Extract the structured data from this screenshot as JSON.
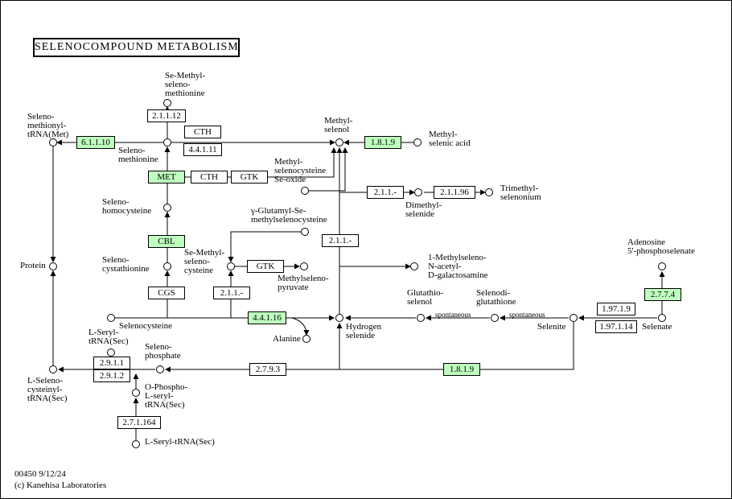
{
  "title": "SELENOCOMPOUND METABOLISM",
  "footer": {
    "map_id": "00450 9/12/24",
    "copyright": "(c) Kanehisa Laboratories"
  },
  "colors": {
    "enzyme_green": "#bfffbf",
    "line": "#000000",
    "background": "#ffffff"
  },
  "enzymes": {
    "e_2_1_1_12": "2.1.1.12",
    "e_6_1_1_10": "6.1.1.10",
    "e_cth_a": "CTH",
    "e_4_4_1_11": "4.4.1.11",
    "e_1_8_1_9_a": "1.8.1.9",
    "e_met": "MET",
    "e_cth_b": "CTH",
    "e_gtk_a": "GTK",
    "e_2_1_1_x_a": "2.1.1.-",
    "e_2_1_1_96": "2.1.1.96",
    "e_cbl": "CBL",
    "e_2_1_1_x_b": "2.1.1.-",
    "e_gtk_b": "GTK",
    "e_cgs": "CGS",
    "e_2_1_1_x_c": "2.1.1.-",
    "e_4_4_1_16": "4.4.1.16",
    "e_2_7_7_4": "2.7.7.4",
    "e_1_97_1_9": "1.97.1.9",
    "e_1_97_1_14": "1.97.1.14",
    "e_2_9_1_1": "2.9.1.1",
    "e_2_9_1_2": "2.9.1.2",
    "e_2_7_9_3": "2.7.9.3",
    "e_1_8_1_9_b": "1.8.1.9",
    "e_2_7_1_164": "2.7.1.164"
  },
  "compounds": {
    "se_methyl_selenomethionine": "Se-Methyl-\nseleno-\nmethionine",
    "selenomethionyl_trna_met": "Seleno-\nmethionyl-\ntRNA(Met)",
    "selenomethionine": "Seleno-\nmethionine",
    "methylselenol": "Methyl-\nselenol",
    "methylselenic_acid": "Methyl-\nselenic acid",
    "selenohomocysteine": "Seleno-\nhomocysteine",
    "selenocystathionine": "Seleno-\ncystathionine",
    "se_methylselenocysteine": "Se-Methyl-\nseleno-\ncysteine",
    "gamma_glutamyl_se_methylselenocysteine": "γ-Glutamyl-Se-\nmethylselenocysteine",
    "methylselenocysteine_se_oxide": "Methyl-\nselenocysteine\nSe-oxide",
    "methylselenopyruvate": "Methylseleno-\npyruvate",
    "dimethylselenide": "Dimethyl-\nselenide",
    "trimethylselenonium": "Trimethyl-\nselenonium",
    "methylseleno_n_acetyl_d_galactosamine": "1-Methylseleno-\nN-acetyl-\nD-galactosamine",
    "protein": "Protein",
    "selenocysteine": "Selenocysteine",
    "hydrogen_selenide": "Hydrogen\nselenide",
    "alanine": "Alanine",
    "glutathioselenol": "Glutathio-\nselenol",
    "selenodiglutathione": "Selenodi-\nglutathione",
    "selenite": "Selenite",
    "selenate": "Selenate",
    "adenosine_5_phosphoselenate": "Adenosine\n5'-phosphoselenate",
    "l_seryl_trna_sec": "L-Seryl-\ntRNA(Sec)",
    "selenophosphate": "Seleno-\nphosphate",
    "l_selenocysteinyl_trna_sec": "L-Seleno-\ncysteinyl-\ntRNA(Sec)",
    "o_phospho_l_seryl_trna_sec": "O-Phospho-\nL-seryl-\ntRNA(Sec)",
    "l_seryl_trna_sec_2": "L-Seryl-tRNA(Sec)"
  },
  "annotations": {
    "spontaneous_1": "spontaneous",
    "spontaneous_2": "spontaneous"
  }
}
